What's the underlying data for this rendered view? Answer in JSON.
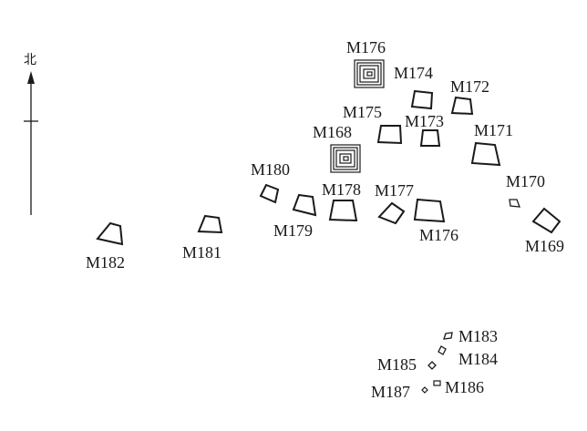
{
  "north_arrow": {
    "label": "北"
  },
  "tombs": {
    "m176_top": "M176",
    "m174": "M174",
    "m172": "M172",
    "m175": "M175",
    "m173": "M173",
    "m168": "M168",
    "m171": "M171",
    "m180": "M180",
    "m178": "M178",
    "m177": "M177",
    "m170": "M170",
    "m179": "M179",
    "m176_bottom": "M176",
    "m182": "M182",
    "m181": "M181",
    "m169": "M169",
    "m183": "M183",
    "m184": "M184",
    "m185": "M185",
    "m187": "M187",
    "m186": "M186"
  }
}
